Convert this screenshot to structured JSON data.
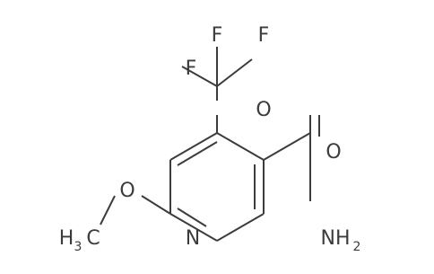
{
  "molecule": {
    "atoms": {
      "f_top_left": "F",
      "f_top_right": "F",
      "f_left": "F",
      "o_ether_top": "O",
      "o_carbonyl": "O",
      "n_ring": "N",
      "o_methoxy": "O",
      "nh2_n": "NH",
      "nh2_sub": "2",
      "ch3_h": "H",
      "ch3_sub": "3",
      "ch3_c": "C"
    },
    "colors": {
      "bond": "#3c3c3c",
      "label": "#3c3c3c",
      "background": "#ffffff"
    }
  }
}
